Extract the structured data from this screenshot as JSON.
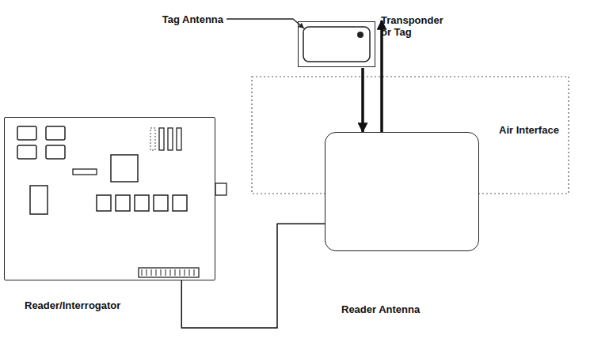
{
  "diagram": {
    "nodes": [
      {
        "text": [
          "Transponder or Tag"
        ]
      },
      {
        "text": [
          "Reader/Interrogator"
        ]
      },
      {
        "text": [
          "Reader Antenna"
        ]
      }
    ],
    "edges": [
      {
        "from": 1,
        "to": 2,
        "arrow": "none"
      },
      {
        "from": 0,
        "to": 2,
        "arrow": "to"
      },
      {
        "from": 2,
        "to": 0,
        "arrow": "to"
      }
    ],
    "labels": [
      "Tag Antenna",
      "Air Interface"
    ]
  }
}
